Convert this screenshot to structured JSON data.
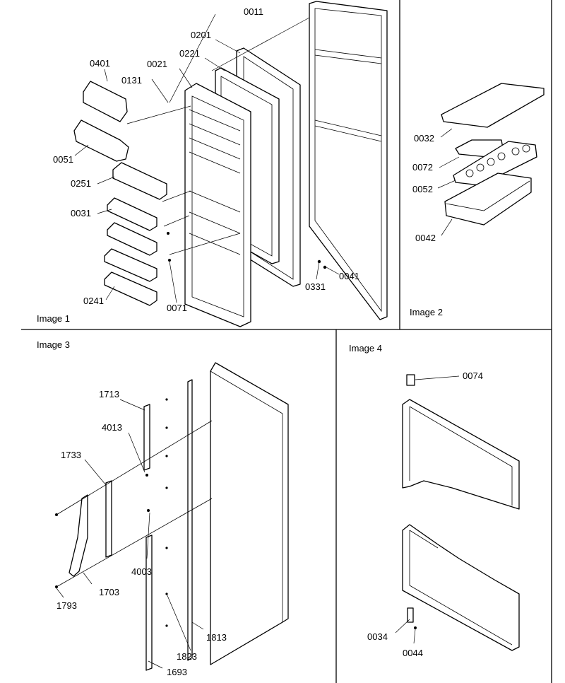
{
  "panels": [
    {
      "title": "Image 1"
    },
    {
      "title": "Image 2"
    },
    {
      "title": "Image 3"
    },
    {
      "title": "Image 4"
    }
  ],
  "callouts": {
    "p1": [
      "0011",
      "0201",
      "0221",
      "0401",
      "0021",
      "0131",
      "0051",
      "0251",
      "0031",
      "0241",
      "0071",
      "0331",
      "0041"
    ],
    "p2": [
      "0032",
      "0072",
      "0052",
      "0042"
    ],
    "p3": [
      "1713",
      "4013",
      "1733",
      "4003",
      "1703",
      "1793",
      "1813",
      "1823",
      "1693"
    ],
    "p4": [
      "0074",
      "0034",
      "0044"
    ]
  }
}
